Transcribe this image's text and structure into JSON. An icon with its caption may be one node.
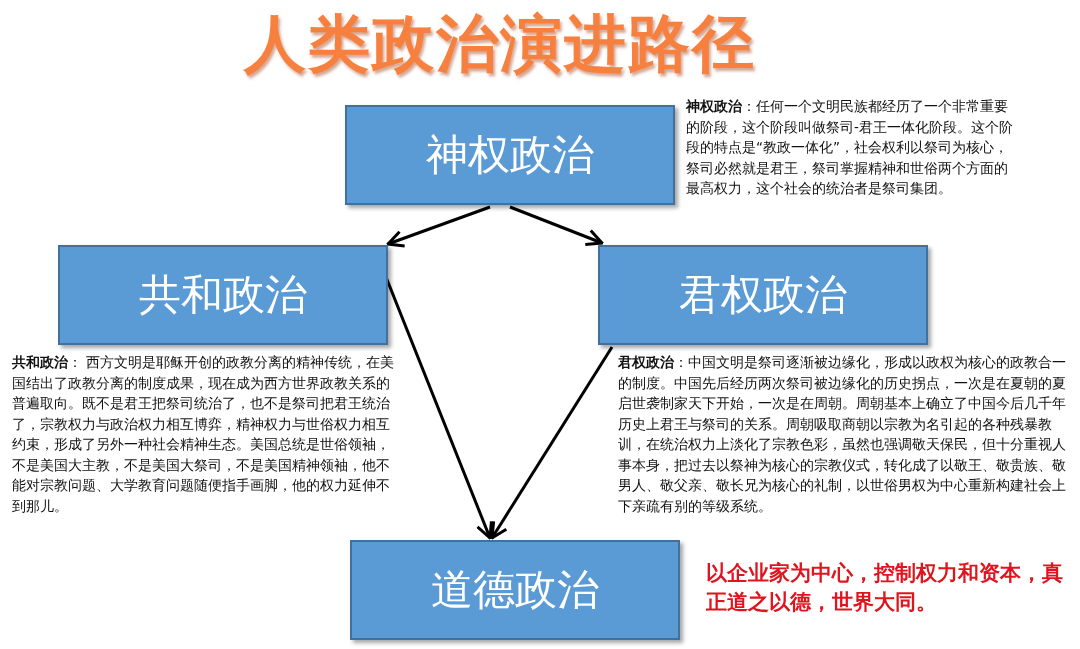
{
  "diagram": {
    "title": "人类政治演进路径",
    "nodes": [
      {
        "text": [
          "神权政治"
        ],
        "beside": [
          "**神权政治**：任何一个文明民族都经历了一个非常重要的阶段，这个阶段叫做祭司-君王一体化阶段。这个阶段的特点是“教政一体化”，社会权利以祭司为核心，祭司必然就是君王，祭司掌握精神和世俗两个方面的最高权力，这个社会的统治者是祭司集团。"
        ]
      },
      {
        "text": [
          "共和政治"
        ],
        "beside": [
          "**共和政治**： 西方文明是耶稣开创的政教分离的精神传统，在美国结出了政教分离的制度成果，现在成为西方世界政教关系的普遍取向。既不是君王把祭司统治了，也不是祭司把君王统治了，宗教权力与政治权力相互博弈，精神权力与世俗权力相互约束，形成了另外一种社会精神生态。美国总统是世俗领袖，不是美国大主教，不是美国大祭司，不是美国精神领袖，他不能对宗教问题、大学教育问题随便指手画脚，他的权力延伸不到那儿。"
        ]
      },
      {
        "text": [
          "君权政治"
        ],
        "beside": [
          "**君权政治**：中国文明是祭司逐渐被边缘化，形成以政权为核心的政教合一的制度。中国先后经历两次祭司被边缘化的历史拐点，一次是在夏朝的夏启世袭制家天下开始，一次是在周朝。周朝基本上确立了中国今后几千年历史上君王与祭司的关系。周朝吸取商朝以宗教为名引起的各种残暴教训，在统治权力上淡化了宗教色彩，虽然也强调敬天保民，但十分重视人事本身，把过去以祭神为核心的宗教仪式，转化成了以敬王、敬贵族、敬男人、敬父亲、敬长兄为核心的礼制，以世俗男权为中心重新构建社会上下亲疏有别的等级系统。"
        ]
      },
      {
        "text": [
          "道德政治"
        ],
        "beside": [
          "以企业家为中心，控制权力和资本，真正道之以德，世界大同。"
        ]
      }
    ],
    "edges": [
      {
        "from": 0,
        "to": 1,
        "arrow": "to"
      },
      {
        "from": 0,
        "to": 2,
        "arrow": "to"
      },
      {
        "from": 1,
        "to": 3,
        "arrow": "to"
      },
      {
        "from": 2,
        "to": 3,
        "arrow": "to"
      }
    ]
  }
}
